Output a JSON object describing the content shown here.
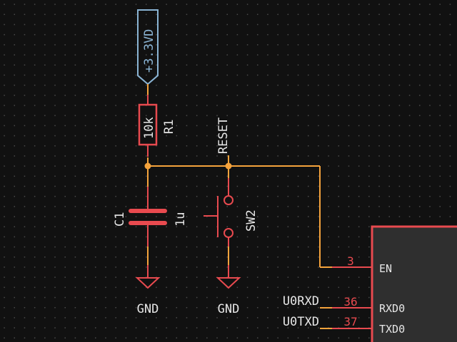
{
  "colors": {
    "background": "#111111",
    "wire": "#f5a33c",
    "component": "#e84a4f",
    "power_flag": "#8ab4d4",
    "text": "#e6e6e6",
    "ic_body": "#2f2f2f"
  },
  "power": {
    "label": "+3.3VD"
  },
  "r1": {
    "ref": "R1",
    "value": "10k"
  },
  "c1": {
    "ref": "C1",
    "value": "1u"
  },
  "sw2": {
    "ref": "SW2"
  },
  "net_reset": {
    "label": "RESET"
  },
  "gnd1": {
    "label": "GND"
  },
  "gnd2": {
    "label": "GND"
  },
  "ic": {
    "pins": [
      {
        "number": "3",
        "name": "EN"
      },
      {
        "number": "36",
        "name": "RXD0",
        "net": "U0RXD"
      },
      {
        "number": "37",
        "name": "TXD0",
        "net": "U0TXD"
      }
    ]
  }
}
